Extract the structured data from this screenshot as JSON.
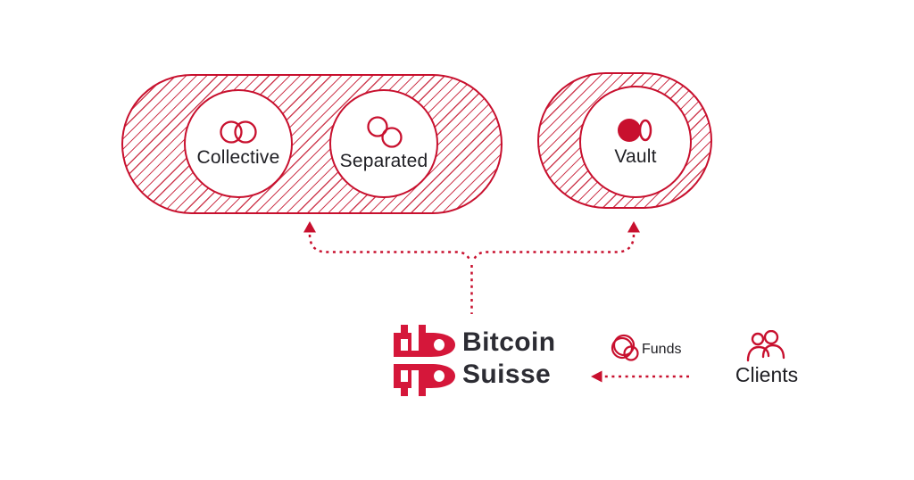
{
  "colors": {
    "accent_red": "#C8102E",
    "logo_red": "#D5173A",
    "text_dark": "#1F1F24"
  },
  "diagram": {
    "groups": [
      {
        "name": "pooled-custody-group",
        "nodes": [
          {
            "label": "Collective",
            "icon": "overlapping-circles-icon"
          },
          {
            "label": "Separated",
            "icon": "separated-circles-icon"
          }
        ]
      },
      {
        "name": "vault-group",
        "nodes": [
          {
            "label": "Vault",
            "icon": "coin-and-ellipse-icon"
          }
        ]
      }
    ],
    "brand": {
      "line1": "Bitcoin",
      "line2": "Suisse",
      "mark": "bitcoin-suisse-logo-mark"
    },
    "legend": {
      "funds_label": "Funds",
      "funds_icon": "stacked-coins-icon",
      "clients_label": "Clients",
      "clients_icon": "two-people-icon"
    },
    "connectors": [
      "dashed bracket from Bitcoin Suisse splitting to arrows pointing up at pooled custody group and vault group",
      "dashed arrow from Clients pointing left toward Bitcoin Suisse labelled by Funds icon"
    ]
  }
}
